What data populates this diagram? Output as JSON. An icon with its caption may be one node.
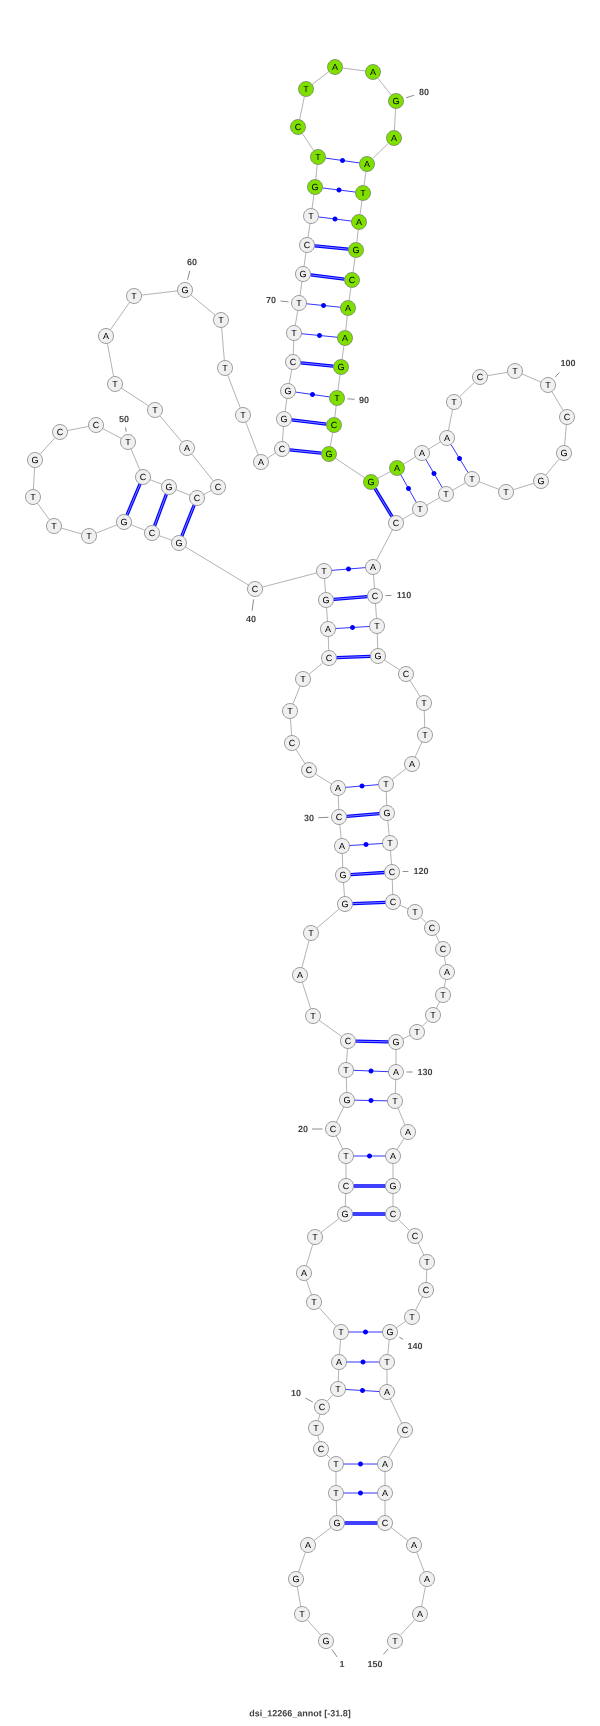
{
  "diagram": {
    "caption": "dsi_12266_annot [-31.8]",
    "nodes": [
      {
        "text": [
          "G"
        ],
        "beside": [
          "1"
        ]
      },
      {
        "text": [
          "T"
        ]
      },
      {
        "text": [
          "G"
        ]
      },
      {
        "text": [
          "A"
        ]
      },
      {
        "text": [
          "G"
        ]
      },
      {
        "text": [
          "T"
        ]
      },
      {
        "text": [
          "T"
        ]
      },
      {
        "text": [
          "C"
        ]
      },
      {
        "text": [
          "T"
        ]
      },
      {
        "text": [
          "C"
        ],
        "beside": [
          "10"
        ]
      },
      {
        "text": [
          "T"
        ]
      },
      {
        "text": [
          "A"
        ]
      },
      {
        "text": [
          "T"
        ]
      },
      {
        "text": [
          "T"
        ]
      },
      {
        "text": [
          "A"
        ]
      },
      {
        "text": [
          "T"
        ]
      },
      {
        "text": [
          "G"
        ]
      },
      {
        "text": [
          "C"
        ]
      },
      {
        "text": [
          "T"
        ]
      },
      {
        "text": [
          "C"
        ],
        "beside": [
          "20"
        ]
      },
      {
        "text": [
          "G"
        ]
      },
      {
        "text": [
          "T"
        ]
      },
      {
        "text": [
          "C"
        ]
      },
      {
        "text": [
          "T"
        ]
      },
      {
        "text": [
          "A"
        ]
      },
      {
        "text": [
          "T"
        ]
      },
      {
        "text": [
          "G"
        ]
      },
      {
        "text": [
          "G"
        ]
      },
      {
        "text": [
          "A"
        ]
      },
      {
        "text": [
          "C"
        ],
        "beside": [
          "30"
        ]
      },
      {
        "text": [
          "A"
        ]
      },
      {
        "text": [
          "C"
        ]
      },
      {
        "text": [
          "C"
        ]
      },
      {
        "text": [
          "T"
        ]
      },
      {
        "text": [
          "T"
        ]
      },
      {
        "text": [
          "C"
        ]
      },
      {
        "text": [
          "A"
        ]
      },
      {
        "text": [
          "G"
        ]
      },
      {
        "text": [
          "T"
        ]
      },
      {
        "text": [
          "C"
        ],
        "beside": [
          "40"
        ]
      },
      {
        "text": [
          "G"
        ]
      },
      {
        "text": [
          "C"
        ]
      },
      {
        "text": [
          "G"
        ]
      },
      {
        "text": [
          "T"
        ]
      },
      {
        "text": [
          "T"
        ]
      },
      {
        "text": [
          "T"
        ]
      },
      {
        "text": [
          "G"
        ]
      },
      {
        "text": [
          "C"
        ]
      },
      {
        "text": [
          "C"
        ]
      },
      {
        "text": [
          "T"
        ],
        "beside": [
          "50"
        ]
      },
      {
        "text": [
          "C"
        ]
      },
      {
        "text": [
          "G"
        ]
      },
      {
        "text": [
          "C"
        ]
      },
      {
        "text": [
          "C"
        ]
      },
      {
        "text": [
          "A"
        ]
      },
      {
        "text": [
          "T"
        ]
      },
      {
        "text": [
          "T"
        ]
      },
      {
        "text": [
          "A"
        ]
      },
      {
        "text": [
          "T"
        ]
      },
      {
        "text": [
          "G"
        ],
        "beside": [
          "60"
        ]
      },
      {
        "text": [
          "T"
        ]
      },
      {
        "text": [
          "T"
        ]
      },
      {
        "text": [
          "T"
        ]
      },
      {
        "text": [
          "A"
        ]
      },
      {
        "text": [
          "C"
        ]
      },
      {
        "text": [
          "G"
        ]
      },
      {
        "text": [
          "G"
        ]
      },
      {
        "text": [
          "C"
        ]
      },
      {
        "text": [
          "T"
        ]
      },
      {
        "text": [
          "T"
        ],
        "beside": [
          "70"
        ]
      },
      {
        "text": [
          "G"
        ]
      },
      {
        "text": [
          "C"
        ]
      },
      {
        "text": [
          "T"
        ]
      },
      {
        "text": [
          "G"
        ]
      },
      {
        "text": [
          "T"
        ]
      },
      {
        "text": [
          "C"
        ]
      },
      {
        "text": [
          "T"
        ]
      },
      {
        "text": [
          "A"
        ]
      },
      {
        "text": [
          "A"
        ]
      },
      {
        "text": [
          "G"
        ],
        "beside": [
          "80"
        ]
      },
      {
        "text": [
          "A"
        ]
      },
      {
        "text": [
          "A"
        ]
      },
      {
        "text": [
          "T"
        ]
      },
      {
        "text": [
          "A"
        ]
      },
      {
        "text": [
          "G"
        ]
      },
      {
        "text": [
          "C"
        ]
      },
      {
        "text": [
          "A"
        ]
      },
      {
        "text": [
          "A"
        ]
      },
      {
        "text": [
          "G"
        ]
      },
      {
        "text": [
          "T"
        ],
        "beside": [
          "90"
        ]
      },
      {
        "text": [
          "C"
        ]
      },
      {
        "text": [
          "G"
        ]
      },
      {
        "text": [
          "G"
        ]
      },
      {
        "text": [
          "A"
        ]
      },
      {
        "text": [
          "A"
        ]
      },
      {
        "text": [
          "A"
        ]
      },
      {
        "text": [
          "T"
        ]
      },
      {
        "text": [
          "C"
        ]
      },
      {
        "text": [
          "T"
        ]
      },
      {
        "text": [
          "T"
        ],
        "beside": [
          "100"
        ]
      },
      {
        "text": [
          "C"
        ]
      },
      {
        "text": [
          "G"
        ]
      },
      {
        "text": [
          "G"
        ]
      },
      {
        "text": [
          "T"
        ]
      },
      {
        "text": [
          "T"
        ]
      },
      {
        "text": [
          "T"
        ]
      },
      {
        "text": [
          "T"
        ]
      },
      {
        "text": [
          "C"
        ]
      },
      {
        "text": [
          "A"
        ]
      },
      {
        "text": [
          "C"
        ],
        "beside": [
          "110"
        ]
      },
      {
        "text": [
          "T"
        ]
      },
      {
        "text": [
          "G"
        ]
      },
      {
        "text": [
          "C"
        ]
      },
      {
        "text": [
          "T"
        ]
      },
      {
        "text": [
          "T"
        ]
      },
      {
        "text": [
          "A"
        ]
      },
      {
        "text": [
          "T"
        ]
      },
      {
        "text": [
          "G"
        ]
      },
      {
        "text": [
          "T"
        ]
      },
      {
        "text": [
          "C"
        ],
        "beside": [
          "120"
        ]
      },
      {
        "text": [
          "C"
        ]
      },
      {
        "text": [
          "T"
        ]
      },
      {
        "text": [
          "C"
        ]
      },
      {
        "text": [
          "C"
        ]
      },
      {
        "text": [
          "A"
        ]
      },
      {
        "text": [
          "T"
        ]
      },
      {
        "text": [
          "T"
        ]
      },
      {
        "text": [
          "T"
        ]
      },
      {
        "text": [
          "G"
        ]
      },
      {
        "text": [
          "A"
        ],
        "beside": [
          "130"
        ]
      },
      {
        "text": [
          "T"
        ]
      },
      {
        "text": [
          "A"
        ]
      },
      {
        "text": [
          "A"
        ]
      },
      {
        "text": [
          "G"
        ]
      },
      {
        "text": [
          "C"
        ]
      },
      {
        "text": [
          "C"
        ]
      },
      {
        "text": [
          "T"
        ]
      },
      {
        "text": [
          "C"
        ]
      },
      {
        "text": [
          "T"
        ]
      },
      {
        "text": [
          "G"
        ],
        "beside": [
          "140"
        ]
      },
      {
        "text": [
          "T"
        ]
      },
      {
        "text": [
          "A"
        ]
      },
      {
        "text": [
          "C"
        ]
      },
      {
        "text": [
          "A"
        ]
      },
      {
        "text": [
          "A"
        ]
      },
      {
        "text": [
          "C"
        ]
      },
      {
        "text": [
          "A"
        ]
      },
      {
        "text": [
          "A"
        ]
      },
      {
        "text": [
          "A"
        ]
      },
      {
        "text": [
          "T"
        ],
        "beside": [
          "150"
        ]
      }
    ],
    "edges": [
      {
        "from": 0,
        "to": 1,
        "arrow": "none"
      },
      {
        "from": 1,
        "to": 2,
        "arrow": "none"
      },
      {
        "from": 2,
        "to": 3,
        "arrow": "none"
      },
      {
        "from": 3,
        "to": 4,
        "arrow": "none"
      },
      {
        "from": 4,
        "to": 5,
        "arrow": "none"
      },
      {
        "from": 5,
        "to": 6,
        "arrow": "none"
      },
      {
        "from": 6,
        "to": 7,
        "arrow": "none"
      },
      {
        "from": 7,
        "to": 8,
        "arrow": "none"
      },
      {
        "from": 8,
        "to": 9,
        "arrow": "none"
      },
      {
        "from": 9,
        "to": 10,
        "arrow": "none"
      },
      {
        "from": 10,
        "to": 11,
        "arrow": "none"
      },
      {
        "from": 11,
        "to": 12,
        "arrow": "none"
      },
      {
        "from": 12,
        "to": 13,
        "arrow": "none"
      },
      {
        "from": 13,
        "to": 14,
        "arrow": "none"
      },
      {
        "from": 14,
        "to": 15,
        "arrow": "none"
      },
      {
        "from": 15,
        "to": 16,
        "arrow": "none"
      },
      {
        "from": 16,
        "to": 17,
        "arrow": "none"
      },
      {
        "from": 17,
        "to": 18,
        "arrow": "none"
      },
      {
        "from": 18,
        "to": 19,
        "arrow": "none"
      },
      {
        "from": 19,
        "to": 20,
        "arrow": "none"
      },
      {
        "from": 20,
        "to": 21,
        "arrow": "none"
      },
      {
        "from": 21,
        "to": 22,
        "arrow": "none"
      },
      {
        "from": 22,
        "to": 23,
        "arrow": "none"
      },
      {
        "from": 23,
        "to": 24,
        "arrow": "none"
      },
      {
        "from": 24,
        "to": 25,
        "arrow": "none"
      },
      {
        "from": 25,
        "to": 26,
        "arrow": "none"
      },
      {
        "from": 26,
        "to": 27,
        "arrow": "none"
      },
      {
        "from": 27,
        "to": 28,
        "arrow": "none"
      },
      {
        "from": 28,
        "to": 29,
        "arrow": "none"
      },
      {
        "from": 29,
        "to": 30,
        "arrow": "none"
      },
      {
        "from": 30,
        "to": 31,
        "arrow": "none"
      },
      {
        "from": 31,
        "to": 32,
        "arrow": "none"
      },
      {
        "from": 32,
        "to": 33,
        "arrow": "none"
      },
      {
        "from": 33,
        "to": 34,
        "arrow": "none"
      },
      {
        "from": 34,
        "to": 35,
        "arrow": "none"
      },
      {
        "from": 35,
        "to": 36,
        "arrow": "none"
      },
      {
        "from": 36,
        "to": 37,
        "arrow": "none"
      },
      {
        "from": 37,
        "to": 38,
        "arrow": "none"
      },
      {
        "from": 38,
        "to": 39,
        "arrow": "none"
      },
      {
        "from": 39,
        "to": 40,
        "arrow": "none"
      },
      {
        "from": 40,
        "to": 41,
        "arrow": "none"
      },
      {
        "from": 41,
        "to": 42,
        "arrow": "none"
      },
      {
        "from": 42,
        "to": 43,
        "arrow": "none"
      },
      {
        "from": 43,
        "to": 44,
        "arrow": "none"
      },
      {
        "from": 44,
        "to": 45,
        "arrow": "none"
      },
      {
        "from": 45,
        "to": 46,
        "arrow": "none"
      },
      {
        "from": 46,
        "to": 47,
        "arrow": "none"
      },
      {
        "from": 47,
        "to": 48,
        "arrow": "none"
      },
      {
        "from": 48,
        "to": 49,
        "arrow": "none"
      },
      {
        "from": 49,
        "to": 50,
        "arrow": "none"
      },
      {
        "from": 50,
        "to": 51,
        "arrow": "none"
      },
      {
        "from": 51,
        "to": 52,
        "arrow": "none"
      },
      {
        "from": 52,
        "to": 53,
        "arrow": "none"
      },
      {
        "from": 53,
        "to": 54,
        "arrow": "none"
      },
      {
        "from": 54,
        "to": 55,
        "arrow": "none"
      },
      {
        "from": 55,
        "to": 56,
        "arrow": "none"
      },
      {
        "from": 56,
        "to": 57,
        "arrow": "none"
      },
      {
        "from": 57,
        "to": 58,
        "arrow": "none"
      },
      {
        "from": 58,
        "to": 59,
        "arrow": "none"
      },
      {
        "from": 59,
        "to": 60,
        "arrow": "none"
      },
      {
        "from": 60,
        "to": 61,
        "arrow": "none"
      },
      {
        "from": 61,
        "to": 62,
        "arrow": "none"
      },
      {
        "from": 62,
        "to": 63,
        "arrow": "none"
      },
      {
        "from": 63,
        "to": 64,
        "arrow": "none"
      },
      {
        "from": 64,
        "to": 65,
        "arrow": "none"
      },
      {
        "from": 65,
        "to": 66,
        "arrow": "none"
      },
      {
        "from": 66,
        "to": 67,
        "arrow": "none"
      },
      {
        "from": 67,
        "to": 68,
        "arrow": "none"
      },
      {
        "from": 68,
        "to": 69,
        "arrow": "none"
      },
      {
        "from": 69,
        "to": 70,
        "arrow": "none"
      },
      {
        "from": 70,
        "to": 71,
        "arrow": "none"
      },
      {
        "from": 71,
        "to": 72,
        "arrow": "none"
      },
      {
        "from": 72,
        "to": 73,
        "arrow": "none"
      },
      {
        "from": 73,
        "to": 74,
        "arrow": "none"
      },
      {
        "from": 74,
        "to": 75,
        "arrow": "none"
      },
      {
        "from": 75,
        "to": 76,
        "arrow": "none"
      },
      {
        "from": 76,
        "to": 77,
        "arrow": "none"
      },
      {
        "from": 77,
        "to": 78,
        "arrow": "none"
      },
      {
        "from": 78,
        "to": 79,
        "arrow": "none"
      },
      {
        "from": 79,
        "to": 80,
        "arrow": "none"
      },
      {
        "from": 80,
        "to": 81,
        "arrow": "none"
      },
      {
        "from": 81,
        "to": 82,
        "arrow": "none"
      },
      {
        "from": 82,
        "to": 83,
        "arrow": "none"
      },
      {
        "from": 83,
        "to": 84,
        "arrow": "none"
      },
      {
        "from": 84,
        "to": 85,
        "arrow": "none"
      },
      {
        "from": 85,
        "to": 86,
        "arrow": "none"
      },
      {
        "from": 86,
        "to": 87,
        "arrow": "none"
      },
      {
        "from": 87,
        "to": 88,
        "arrow": "none"
      },
      {
        "from": 88,
        "to": 89,
        "arrow": "none"
      },
      {
        "from": 89,
        "to": 90,
        "arrow": "none"
      },
      {
        "from": 90,
        "to": 91,
        "arrow": "none"
      },
      {
        "from": 91,
        "to": 92,
        "arrow": "none"
      },
      {
        "from": 92,
        "to": 93,
        "arrow": "none"
      },
      {
        "from": 93,
        "to": 94,
        "arrow": "none"
      },
      {
        "from": 94,
        "to": 95,
        "arrow": "none"
      },
      {
        "from": 95,
        "to": 96,
        "arrow": "none"
      },
      {
        "from": 96,
        "to": 97,
        "arrow": "none"
      },
      {
        "from": 97,
        "to": 98,
        "arrow": "none"
      },
      {
        "from": 98,
        "to": 99,
        "arrow": "none"
      },
      {
        "from": 99,
        "to": 100,
        "arrow": "none"
      },
      {
        "from": 100,
        "to": 101,
        "arrow": "none"
      },
      {
        "from": 101,
        "to": 102,
        "arrow": "none"
      },
      {
        "from": 102,
        "to": 103,
        "arrow": "none"
      },
      {
        "from": 103,
        "to": 104,
        "arrow": "none"
      },
      {
        "from": 104,
        "to": 105,
        "arrow": "none"
      },
      {
        "from": 105,
        "to": 106,
        "arrow": "none"
      },
      {
        "from": 106,
        "to": 107,
        "arrow": "none"
      },
      {
        "from": 107,
        "to": 108,
        "arrow": "none"
      },
      {
        "from": 108,
        "to": 109,
        "arrow": "none"
      },
      {
        "from": 109,
        "to": 110,
        "arrow": "none"
      },
      {
        "from": 110,
        "to": 111,
        "arrow": "none"
      },
      {
        "from": 111,
        "to": 112,
        "arrow": "none"
      },
      {
        "from": 112,
        "to": 113,
        "arrow": "none"
      },
      {
        "from": 113,
        "to": 114,
        "arrow": "none"
      },
      {
        "from": 114,
        "to": 115,
        "arrow": "none"
      },
      {
        "from": 115,
        "to": 116,
        "arrow": "none"
      },
      {
        "from": 116,
        "to": 117,
        "arrow": "none"
      },
      {
        "from": 117,
        "to": 118,
        "arrow": "none"
      },
      {
        "from": 118,
        "to": 119,
        "arrow": "none"
      },
      {
        "from": 119,
        "to": 120,
        "arrow": "none"
      },
      {
        "from": 120,
        "to": 121,
        "arrow": "none"
      },
      {
        "from": 121,
        "to": 122,
        "arrow": "none"
      },
      {
        "from": 122,
        "to": 123,
        "arrow": "none"
      },
      {
        "from": 123,
        "to": 124,
        "arrow": "none"
      },
      {
        "from": 124,
        "to": 125,
        "arrow": "none"
      },
      {
        "from": 125,
        "to": 126,
        "arrow": "none"
      },
      {
        "from": 126,
        "to": 127,
        "arrow": "none"
      },
      {
        "from": 127,
        "to": 128,
        "arrow": "none"
      },
      {
        "from": 128,
        "to": 129,
        "arrow": "none"
      },
      {
        "from": 129,
        "to": 130,
        "arrow": "none"
      },
      {
        "from": 130,
        "to": 131,
        "arrow": "none"
      },
      {
        "from": 131,
        "to": 132,
        "arrow": "none"
      },
      {
        "from": 132,
        "to": 133,
        "arrow": "none"
      },
      {
        "from": 133,
        "to": 134,
        "arrow": "none"
      },
      {
        "from": 134,
        "to": 135,
        "arrow": "none"
      },
      {
        "from": 135,
        "to": 136,
        "arrow": "none"
      },
      {
        "from": 136,
        "to": 137,
        "arrow": "none"
      },
      {
        "from": 137,
        "to": 138,
        "arrow": "none"
      },
      {
        "from": 138,
        "to": 139,
        "arrow": "none"
      },
      {
        "from": 139,
        "to": 140,
        "arrow": "none"
      },
      {
        "from": 140,
        "to": 141,
        "arrow": "none"
      },
      {
        "from": 141,
        "to": 142,
        "arrow": "none"
      },
      {
        "from": 142,
        "to": 143,
        "arrow": "none"
      },
      {
        "from": 143,
        "to": 144,
        "arrow": "none"
      },
      {
        "from": 144,
        "to": 145,
        "arrow": "none"
      },
      {
        "from": 145,
        "to": 146,
        "arrow": "none"
      },
      {
        "from": 146,
        "to": 147,
        "arrow": "none"
      },
      {
        "from": 147,
        "to": 148,
        "arrow": "none"
      },
      {
        "from": 148,
        "to": 149,
        "arrow": "none"
      },
      {
        "from": 4,
        "to": 145,
        "arrow": "none",
        "style": "thick",
        "color": "#0000ff"
      },
      {
        "from": 5,
        "to": 144,
        "arrow": "none",
        "color": "#0000ff"
      },
      {
        "from": 6,
        "to": 143,
        "arrow": "none",
        "color": "#0000ff"
      },
      {
        "from": 10,
        "to": 141,
        "arrow": "none",
        "color": "#0000ff"
      },
      {
        "from": 11,
        "to": 140,
        "arrow": "none",
        "color": "#0000ff"
      },
      {
        "from": 12,
        "to": 139,
        "arrow": "none",
        "color": "#0000ff"
      },
      {
        "from": 16,
        "to": 134,
        "arrow": "none",
        "style": "thick",
        "color": "#0000ff"
      },
      {
        "from": 17,
        "to": 133,
        "arrow": "none",
        "style": "thick",
        "color": "#0000ff"
      },
      {
        "from": 18,
        "to": 132,
        "arrow": "none",
        "color": "#0000ff"
      },
      {
        "from": 20,
        "to": 130,
        "arrow": "none",
        "color": "#0000ff"
      },
      {
        "from": 21,
        "to": 129,
        "arrow": "none",
        "color": "#0000ff"
      },
      {
        "from": 22,
        "to": 128,
        "arrow": "none",
        "style": "thick",
        "color": "#0000ff"
      },
      {
        "from": 26,
        "to": 120,
        "arrow": "none",
        "style": "thick",
        "color": "#0000ff"
      },
      {
        "from": 27,
        "to": 119,
        "arrow": "none",
        "style": "thick",
        "color": "#0000ff"
      },
      {
        "from": 28,
        "to": 118,
        "arrow": "none",
        "color": "#0000ff"
      },
      {
        "from": 29,
        "to": 117,
        "arrow": "none",
        "style": "thick",
        "color": "#0000ff"
      },
      {
        "from": 30,
        "to": 116,
        "arrow": "none",
        "color": "#0000ff"
      },
      {
        "from": 35,
        "to": 111,
        "arrow": "none",
        "style": "thick",
        "color": "#0000ff"
      },
      {
        "from": 36,
        "to": 110,
        "arrow": "none",
        "color": "#0000ff"
      },
      {
        "from": 37,
        "to": 109,
        "arrow": "none",
        "style": "thick",
        "color": "#0000ff"
      },
      {
        "from": 38,
        "to": 108,
        "arrow": "none",
        "color": "#0000ff"
      },
      {
        "from": 40,
        "to": 52,
        "arrow": "none",
        "style": "thick",
        "color": "#0000ff"
      },
      {
        "from": 41,
        "to": 51,
        "arrow": "none",
        "style": "thick",
        "color": "#0000ff"
      },
      {
        "from": 42,
        "to": 50,
        "arrow": "none",
        "style": "thick",
        "color": "#0000ff"
      },
      {
        "from": 64,
        "to": 91,
        "arrow": "none",
        "style": "thick",
        "color": "#0000ff"
      },
      {
        "from": 65,
        "to": 90,
        "arrow": "none",
        "style": "thick",
        "color": "#0000ff"
      },
      {
        "from": 66,
        "to": 89,
        "arrow": "none",
        "color": "#0000ff"
      },
      {
        "from": 67,
        "to": 88,
        "arrow": "none",
        "style": "thick",
        "color": "#0000ff"
      },
      {
        "from": 68,
        "to": 87,
        "arrow": "none",
        "color": "#0000ff"
      },
      {
        "from": 69,
        "to": 86,
        "arrow": "none",
        "color": "#0000ff"
      },
      {
        "from": 70,
        "to": 85,
        "arrow": "none",
        "style": "thick",
        "color": "#0000ff"
      },
      {
        "from": 71,
        "to": 84,
        "arrow": "none",
        "style": "thick",
        "color": "#0000ff"
      },
      {
        "from": 72,
        "to": 83,
        "arrow": "none",
        "color": "#0000ff"
      },
      {
        "from": 73,
        "to": 82,
        "arrow": "none",
        "color": "#0000ff"
      },
      {
        "from": 74,
        "to": 81,
        "arrow": "none",
        "color": "#0000ff"
      },
      {
        "from": 92,
        "to": 107,
        "arrow": "none",
        "style": "thick",
        "color": "#0000ff"
      },
      {
        "from": 93,
        "to": 106,
        "arrow": "none",
        "color": "#0000ff"
      },
      {
        "from": 94,
        "to": 105,
        "arrow": "none",
        "color": "#0000ff"
      },
      {
        "from": 95,
        "to": 104,
        "arrow": "none",
        "color": "#0000ff"
      }
    ]
  }
}
